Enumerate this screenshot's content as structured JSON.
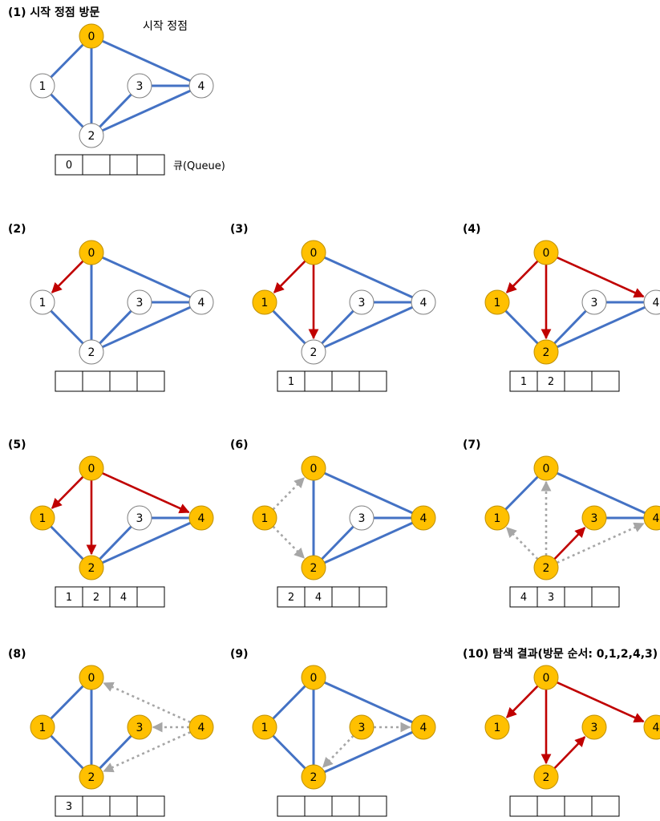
{
  "annotation": "시작 정점",
  "queue_label": "큐(Queue)",
  "colors": {
    "blue_edge": "#4472C4",
    "red_arrow": "#C00000",
    "gray_dotted": "#A6A6A6",
    "visited_fill": "#FFC000",
    "visited_stroke": "#BF9000",
    "unvisited_fill": "#FFFFFF",
    "unvisited_stroke": "#7F7F7F",
    "text": "#000000"
  },
  "panels": [
    {
      "title": "(1) 시작 정점 방문",
      "visited": [
        0
      ],
      "edges": [
        [
          "0",
          "1",
          "blue"
        ],
        [
          "0",
          "2",
          "blue"
        ],
        [
          "0",
          "4",
          "blue"
        ],
        [
          "1",
          "2",
          "blue"
        ],
        [
          "2",
          "3",
          "blue"
        ],
        [
          "2",
          "4",
          "blue"
        ],
        [
          "3",
          "4",
          "blue"
        ]
      ],
      "queue": [
        "0",
        "",
        "",
        ""
      ]
    },
    {
      "title": "(2)",
      "visited": [
        0
      ],
      "edges": [
        [
          "0",
          "1",
          "red"
        ],
        [
          "0",
          "2",
          "blue"
        ],
        [
          "0",
          "4",
          "blue"
        ],
        [
          "1",
          "2",
          "blue"
        ],
        [
          "2",
          "3",
          "blue"
        ],
        [
          "2",
          "4",
          "blue"
        ],
        [
          "3",
          "4",
          "blue"
        ]
      ],
      "queue": [
        "",
        "",
        "",
        ""
      ]
    },
    {
      "title": "(3)",
      "visited": [
        0,
        1
      ],
      "edges": [
        [
          "0",
          "1",
          "red"
        ],
        [
          "0",
          "2",
          "red"
        ],
        [
          "0",
          "4",
          "blue"
        ],
        [
          "1",
          "2",
          "blue"
        ],
        [
          "2",
          "3",
          "blue"
        ],
        [
          "2",
          "4",
          "blue"
        ],
        [
          "3",
          "4",
          "blue"
        ]
      ],
      "queue": [
        "1",
        "",
        "",
        ""
      ]
    },
    {
      "title": "(4)",
      "visited": [
        0,
        1,
        2
      ],
      "edges": [
        [
          "0",
          "1",
          "red"
        ],
        [
          "0",
          "2",
          "red"
        ],
        [
          "0",
          "4",
          "red"
        ],
        [
          "1",
          "2",
          "blue"
        ],
        [
          "2",
          "3",
          "blue"
        ],
        [
          "2",
          "4",
          "blue"
        ],
        [
          "3",
          "4",
          "blue"
        ]
      ],
      "queue": [
        "1",
        "2",
        "",
        ""
      ]
    },
    {
      "title": "(5)",
      "visited": [
        0,
        1,
        2,
        4
      ],
      "edges": [
        [
          "0",
          "1",
          "red"
        ],
        [
          "0",
          "2",
          "red"
        ],
        [
          "0",
          "4",
          "red"
        ],
        [
          "1",
          "2",
          "blue"
        ],
        [
          "2",
          "3",
          "blue"
        ],
        [
          "2",
          "4",
          "blue"
        ],
        [
          "3",
          "4",
          "blue"
        ]
      ],
      "queue": [
        "1",
        "2",
        "4",
        ""
      ]
    },
    {
      "title": "(6)",
      "visited": [
        0,
        1,
        2,
        4
      ],
      "edges": [
        [
          "1",
          "0",
          "gray"
        ],
        [
          "1",
          "2",
          "gray"
        ],
        [
          "0",
          "2",
          "blue"
        ],
        [
          "0",
          "4",
          "blue"
        ],
        [
          "2",
          "3",
          "blue"
        ],
        [
          "2",
          "4",
          "blue"
        ],
        [
          "3",
          "4",
          "blue"
        ]
      ],
      "queue": [
        "2",
        "4",
        "",
        ""
      ]
    },
    {
      "title": "(7)",
      "visited": [
        0,
        1,
        2,
        3,
        4
      ],
      "edges": [
        [
          "2",
          "0",
          "gray"
        ],
        [
          "2",
          "1",
          "gray"
        ],
        [
          "2",
          "3",
          "red"
        ],
        [
          "2",
          "4",
          "gray"
        ],
        [
          "0",
          "1",
          "blue"
        ],
        [
          "0",
          "4",
          "blue"
        ],
        [
          "3",
          "4",
          "blue"
        ]
      ],
      "queue": [
        "4",
        "3",
        "",
        ""
      ]
    },
    {
      "title": "(8)",
      "visited": [
        0,
        1,
        2,
        3,
        4
      ],
      "edges": [
        [
          "4",
          "0",
          "gray"
        ],
        [
          "4",
          "3",
          "gray"
        ],
        [
          "4",
          "2",
          "gray"
        ],
        [
          "0",
          "1",
          "blue"
        ],
        [
          "0",
          "2",
          "blue"
        ],
        [
          "1",
          "2",
          "blue"
        ],
        [
          "2",
          "3",
          "blue"
        ]
      ],
      "queue": [
        "3",
        "",
        "",
        ""
      ]
    },
    {
      "title": "(9)",
      "visited": [
        0,
        1,
        2,
        3,
        4
      ],
      "edges": [
        [
          "3",
          "4",
          "gray"
        ],
        [
          "3",
          "2",
          "gray"
        ],
        [
          "0",
          "1",
          "blue"
        ],
        [
          "0",
          "2",
          "blue"
        ],
        [
          "0",
          "4",
          "blue"
        ],
        [
          "1",
          "2",
          "blue"
        ],
        [
          "2",
          "4",
          "blue"
        ]
      ],
      "queue": [
        "",
        "",
        "",
        ""
      ]
    },
    {
      "title": "(10) 탐색 결과(방문 순서: 0,1,2,4,3)",
      "visited": [
        0,
        1,
        2,
        3,
        4
      ],
      "edges": [
        [
          "0",
          "1",
          "red"
        ],
        [
          "0",
          "2",
          "red"
        ],
        [
          "0",
          "4",
          "red"
        ],
        [
          "2",
          "3",
          "red"
        ]
      ],
      "queue": [
        "",
        "",
        "",
        ""
      ]
    }
  ]
}
